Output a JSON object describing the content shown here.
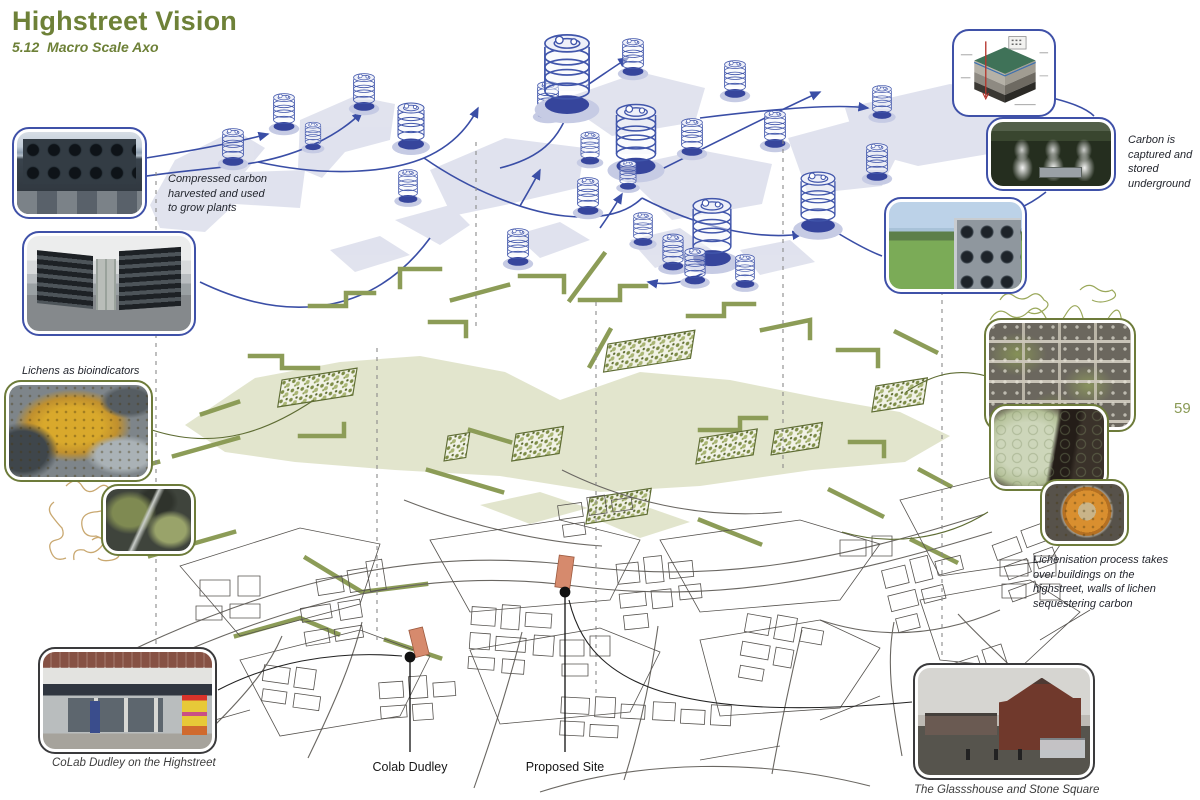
{
  "page": {
    "title": "Highstreet Vision",
    "subtitle": "5.12  Macro Scale Axo",
    "page_number": "59"
  },
  "annotations": {
    "compressed_carbon": "Compressed carbon harvested and used to grow plants",
    "carbon_stored": "Carbon is captured and stored underground",
    "lichens_bioindicators": "Lichens as bioindicators",
    "lichenisation": "Lichenisation process takes over buildings on the highstreet, walls of lichen sequestering carbon"
  },
  "captions": {
    "colab": "CoLab Dudley on the Highstreet",
    "glasshouse": "The Glassshouse and Stone Square"
  },
  "markers": [
    {
      "label": "Colab Dudley"
    },
    {
      "label": "Proposed Site"
    }
  ],
  "figures": {
    "dac_fan_wall": "direct-air-capture-fan-wall-photo",
    "dac_collectors": "carbon-collector-containers-photo",
    "storage_diagram": "carbon-storage-cross-section-diagram",
    "geothermal_plant": "geothermal-plant-aerial-photo",
    "dac_field_unit": "dac-unit-in-green-field-photo",
    "lichen_yellow": "yellow-lichen-on-rock-photo",
    "lichen_green": "green-lichen-on-rock-photo",
    "brick_wall": "lichen-covered-brick-wall-photo",
    "lichen_foliose": "foliose-lichen-closeup-photo",
    "lichen_orange": "orange-lichen-on-stone-photo",
    "colab_storefront": "colab-dudley-storefront-photo",
    "glasshouse_square": "glasshouse-and-stone-square-photo"
  },
  "colors": {
    "accent_green": "#6e8138",
    "network_blue": "#3a4ea6",
    "olive": "#8c9c57",
    "salmon": "#d68a6d"
  }
}
